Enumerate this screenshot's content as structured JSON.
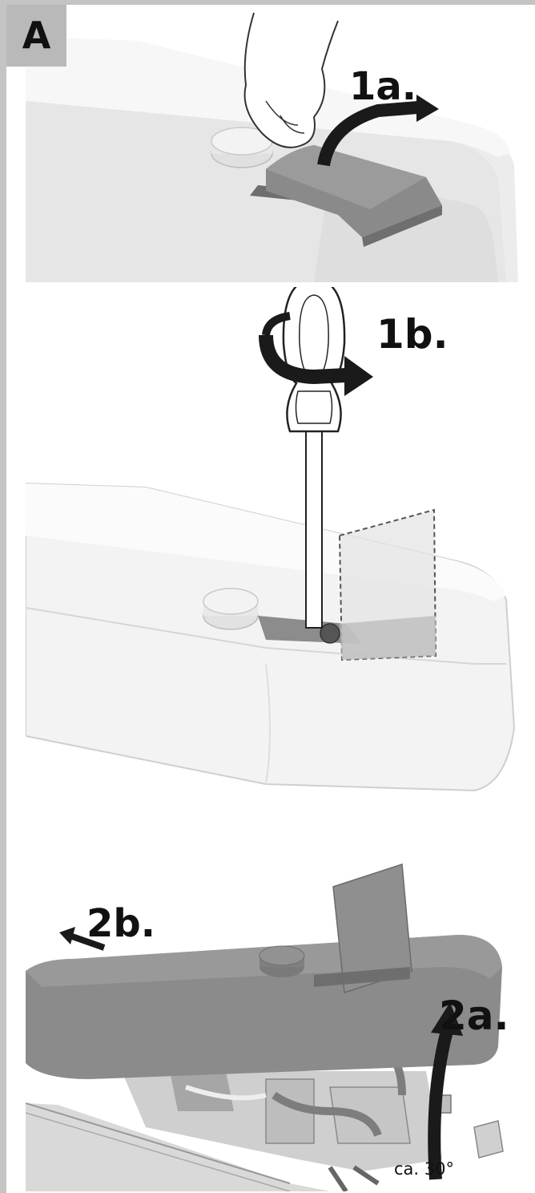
{
  "section": {
    "label": "A"
  },
  "steps": {
    "step_1a": "1a.",
    "step_1b": "1b.",
    "step_2a": "2a.",
    "step_2b": "2b."
  },
  "angle_note": "ca. 30°",
  "colors": {
    "frame": "#c4c4c4",
    "badge": "#b9b9b9",
    "cover_dark": "#8a8a8a",
    "housing_light": "#f2f2f2",
    "arrow": "#1a1a1a"
  }
}
